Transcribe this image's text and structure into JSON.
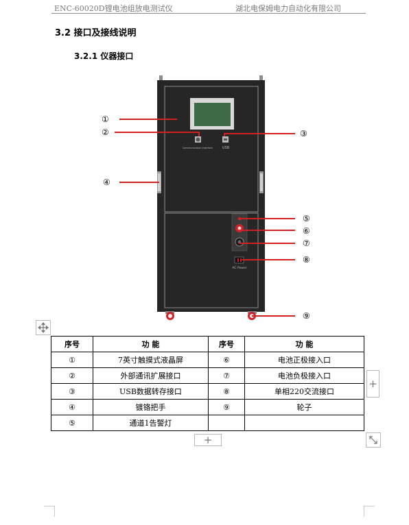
{
  "header": {
    "left": "ENC-60020D锂电池组放电测试仪",
    "right": "湖北电保姆电力自动化有限公司"
  },
  "section_title": "3.2 接口及接线说明",
  "subsection_title": "3.2.1 仪器接口",
  "figure": {
    "markers": [
      "①",
      "②",
      "③",
      "④",
      "⑤",
      "⑥",
      "⑦",
      "⑧",
      "⑨"
    ],
    "port_labels": {
      "comm": "Communication interface",
      "usb": "USB",
      "ac": "AC Power"
    },
    "colors": {
      "cabinet": "#262626",
      "outline": "#8c8c8c",
      "screen": "#3d6b45",
      "leader": "#d21f1f",
      "terminal_red": "#d0222a"
    }
  },
  "table": {
    "headers": [
      "序号",
      "功 能",
      "序号",
      "功 能"
    ],
    "rows": [
      [
        "①",
        "7英寸触摸式液晶屏",
        "⑥",
        "电池正极接入口"
      ],
      [
        "②",
        "外部通讯扩展接口",
        "⑦",
        "电池负极接入口"
      ],
      [
        "③",
        "USB数据转存接口",
        "⑧",
        "单相220交流接口"
      ],
      [
        "④",
        "镀铬把手",
        "⑨",
        "轮子"
      ],
      [
        "⑤",
        "通道1告警灯",
        "",
        ""
      ]
    ]
  },
  "editor": {
    "move_icon": "move-arrows-icon",
    "add_row_icon": "plus-icon",
    "add_col_icon": "plus-icon",
    "resize_icon": "resize-diagonal-icon"
  }
}
